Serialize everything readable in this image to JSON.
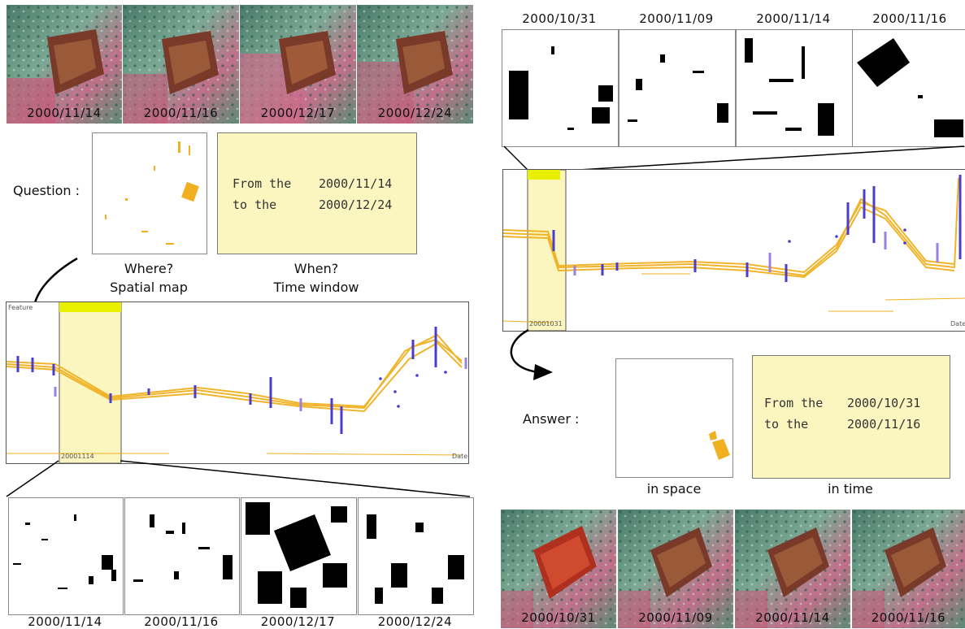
{
  "left": {
    "top_images": [
      "2000/11/14",
      "2000/11/16",
      "2000/12/17",
      "2000/12/24"
    ],
    "question_label": "Question :",
    "window_text": {
      "line1_prefix": "From the",
      "line1_date": "2000/11/14",
      "line2_prefix": "to the",
      "line2_date": "2000/12/24"
    },
    "where_label_1": "Where?",
    "where_label_2": "Spatial  map",
    "when_label_1": "When?",
    "when_label_2": "Time window",
    "chart": {
      "ylabel": "Feature",
      "xlabel": "Date",
      "window_tag": "20001114"
    },
    "bottom_images": [
      "2000/11/14",
      "2000/11/16",
      "2000/12/17",
      "2000/12/24"
    ]
  },
  "right": {
    "top_images": [
      "2000/10/31",
      "2000/11/09",
      "2000/11/14",
      "2000/11/16"
    ],
    "chart": {
      "xlabel": "Date",
      "window_tag": "20001031"
    },
    "answer_label": "Answer :",
    "window_text": {
      "line1_prefix": "From the",
      "line1_date": "2000/10/31",
      "line2_prefix": "to the",
      "line2_date": "2000/11/16"
    },
    "in_space_label": "in space",
    "in_time_label": "in time",
    "bottom_images": [
      "2000/10/31",
      "2000/11/09",
      "2000/11/14",
      "2000/11/16"
    ]
  },
  "colors": {
    "series": "#f0b020",
    "bars": "#4a3ccf",
    "highlight": "#fbf6c0",
    "window_bar": "#e8f000"
  }
}
